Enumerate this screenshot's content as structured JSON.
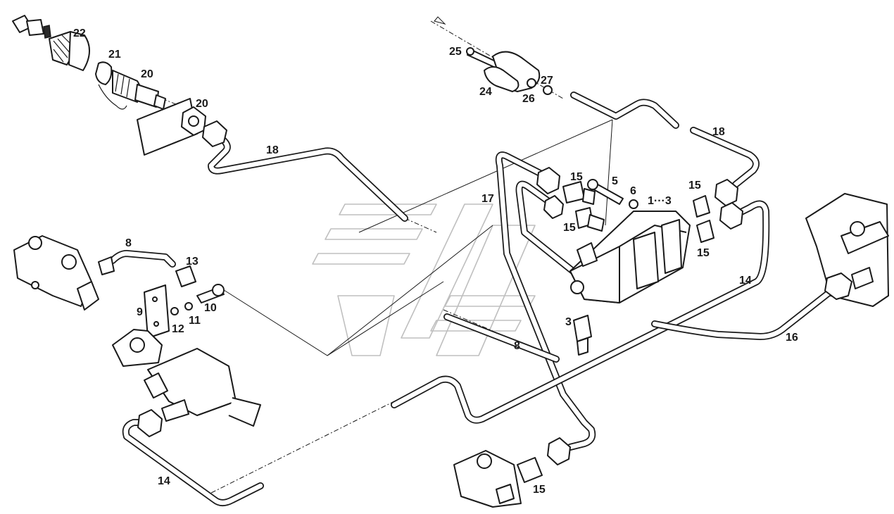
{
  "labels": {
    "l22": "22",
    "l21": "21",
    "l20a": "20",
    "l20b": "20",
    "l18a": "18",
    "l18b": "18",
    "l25": "25",
    "l24": "24",
    "l26": "26",
    "l27": "27",
    "l17": "17",
    "l15a": "15",
    "l5": "5",
    "l6": "6",
    "l13range": "1···3",
    "l15b": "15",
    "l15c": "15",
    "l15d": "15",
    "l15e": "15",
    "l14a": "14",
    "l14b": "14",
    "l16": "16",
    "l3": "3",
    "l8a": "8",
    "l8b": "8",
    "l13": "13",
    "l9": "9",
    "l10": "10",
    "l11": "11",
    "l12": "12"
  },
  "colors": {
    "line": "#1a1a1a",
    "watermark": "#bfbfbf",
    "background": "#ffffff"
  }
}
